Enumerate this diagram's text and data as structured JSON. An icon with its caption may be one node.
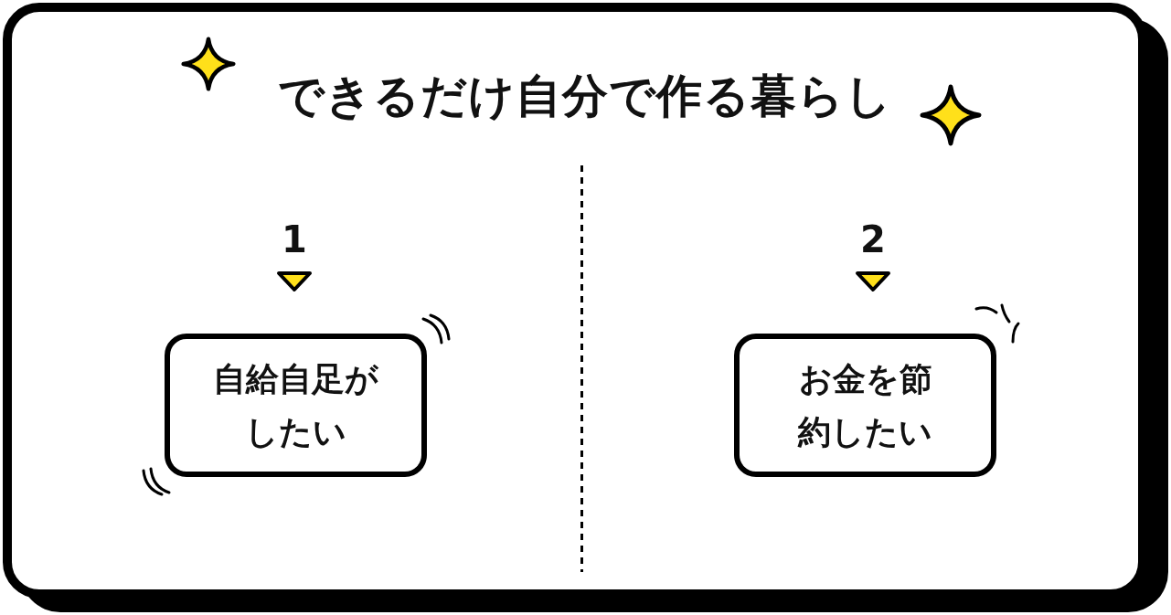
{
  "diagram": {
    "title": "できるだけ自分で作る暮らし",
    "nodes": [
      {
        "text": [
          "自給自足がしたい"
        ]
      },
      {
        "text": [
          "お金を節約したい"
        ]
      }
    ],
    "labels": [
      "1",
      "2"
    ]
  }
}
